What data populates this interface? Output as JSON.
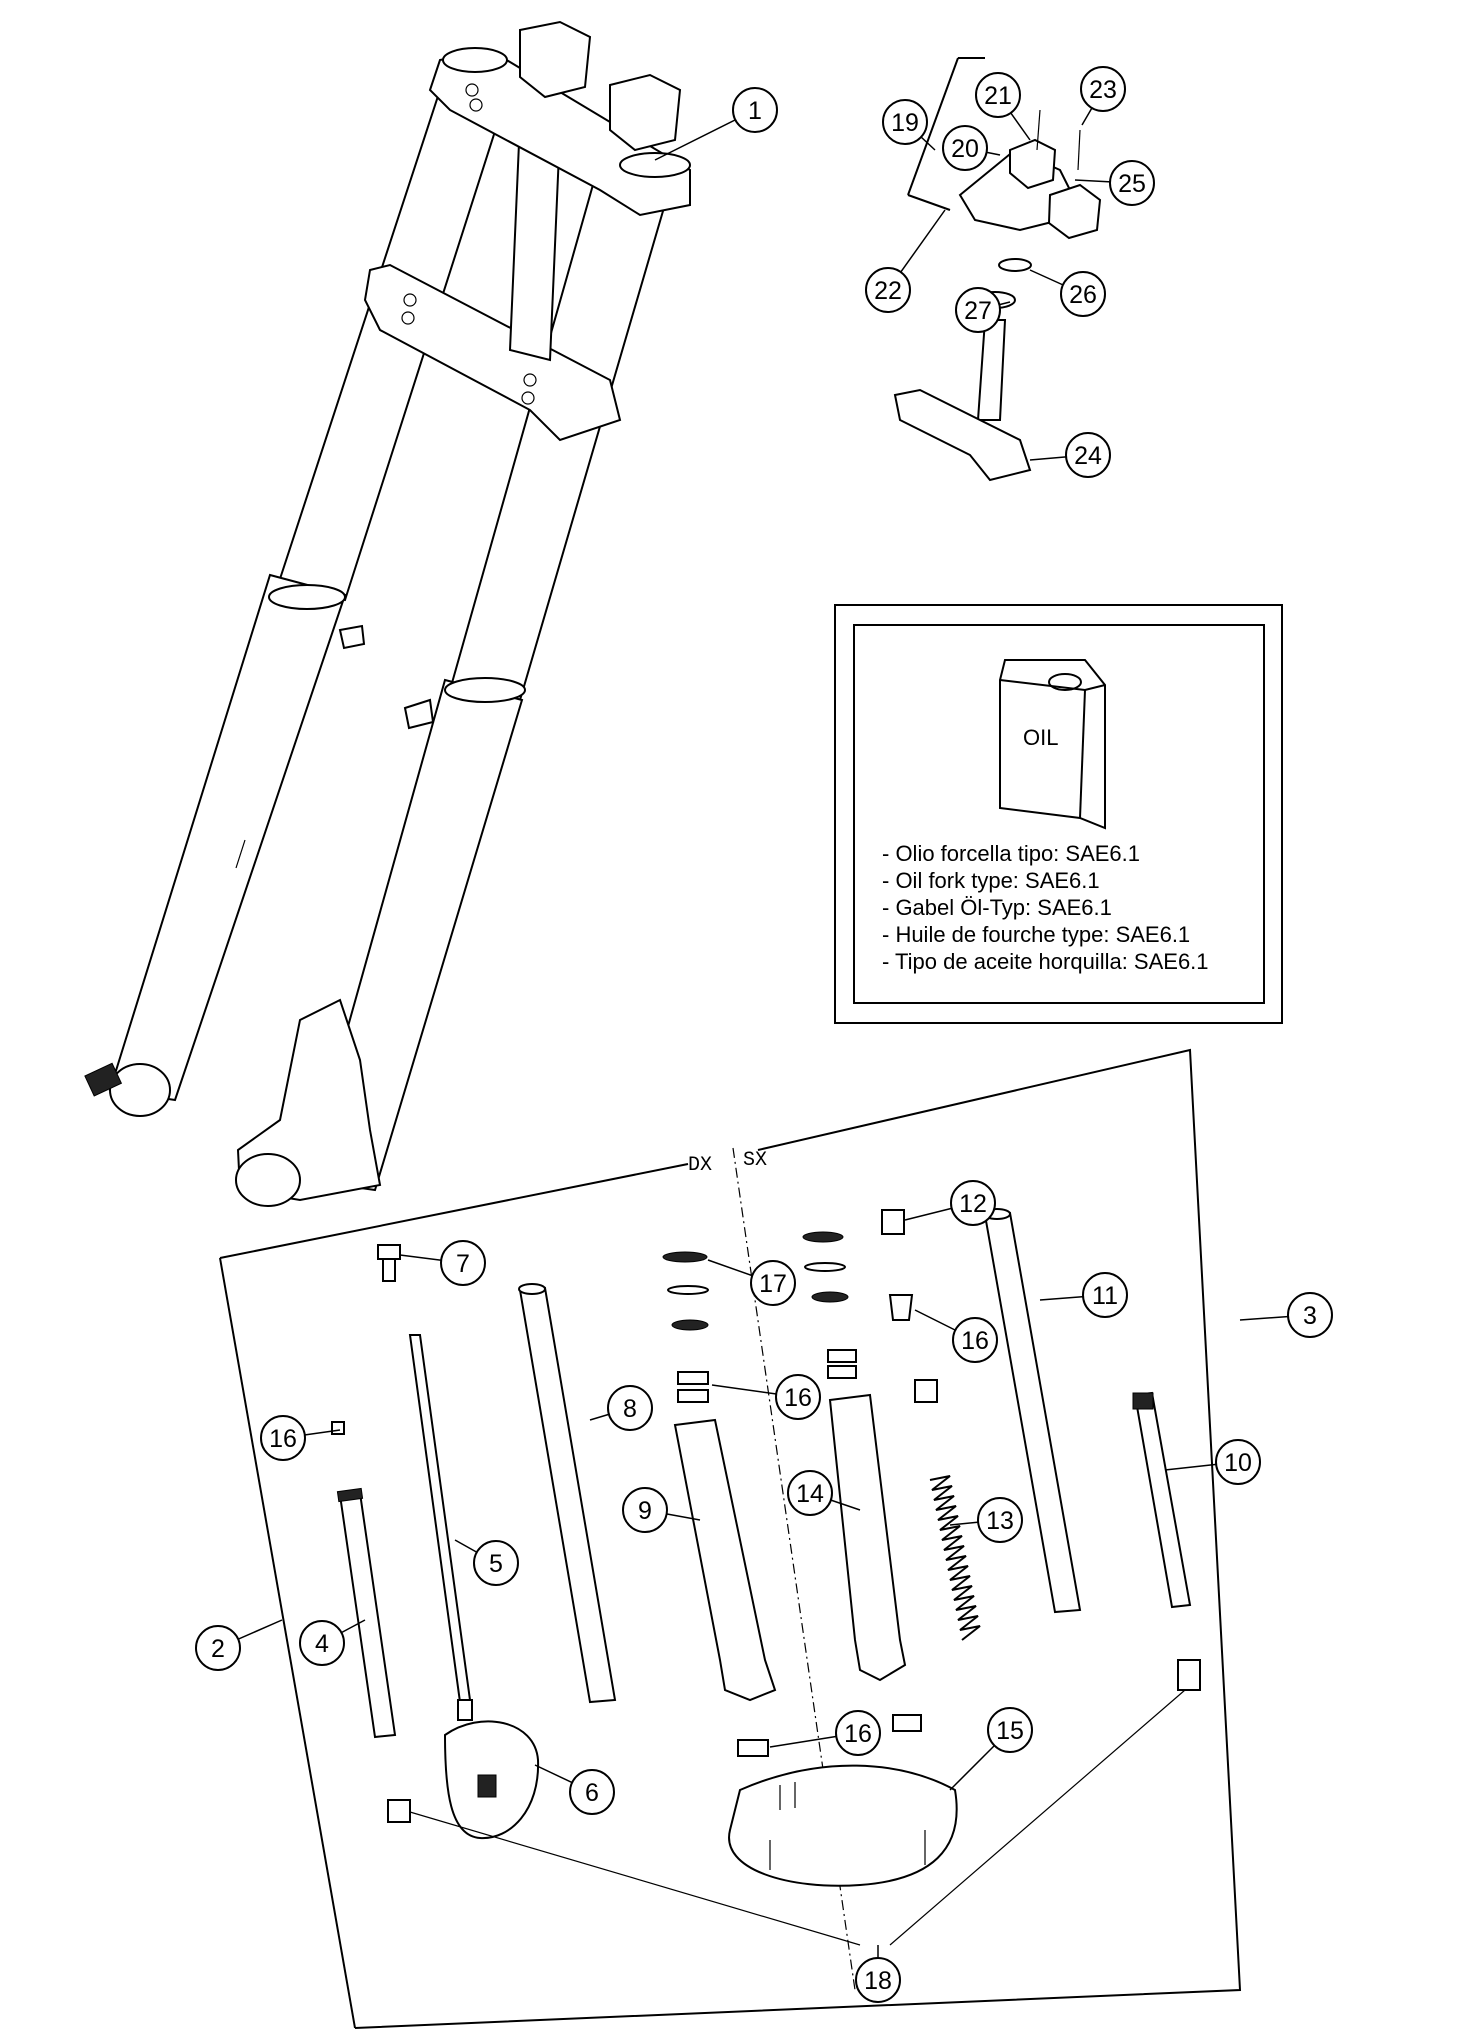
{
  "oil_box": {
    "can_label": "OIL",
    "lines": [
      "- Olio forcella tipo: SAE6.1",
      "- Oil fork type: SAE6.1",
      "- Gabel Öl-Typ: SAE6.1",
      "- Huile de fourche type: SAE6.1",
      "- Tipo de aceite horquilla: SAE6.1"
    ]
  },
  "side_marks": {
    "right": "DX",
    "left": "SX"
  },
  "callouts": [
    {
      "id": "c1",
      "label": "1"
    },
    {
      "id": "c2",
      "label": "2"
    },
    {
      "id": "c3",
      "label": "3"
    },
    {
      "id": "c4",
      "label": "4"
    },
    {
      "id": "c5",
      "label": "5"
    },
    {
      "id": "c6",
      "label": "6"
    },
    {
      "id": "c7",
      "label": "7"
    },
    {
      "id": "c8",
      "label": "8"
    },
    {
      "id": "c9",
      "label": "9"
    },
    {
      "id": "c10",
      "label": "10"
    },
    {
      "id": "c11",
      "label": "11"
    },
    {
      "id": "c12",
      "label": "12"
    },
    {
      "id": "c13",
      "label": "13"
    },
    {
      "id": "c14",
      "label": "14"
    },
    {
      "id": "c15",
      "label": "15"
    },
    {
      "id": "c16a",
      "label": "16"
    },
    {
      "id": "c16b",
      "label": "16"
    },
    {
      "id": "c16c",
      "label": "16"
    },
    {
      "id": "c16d",
      "label": "16"
    },
    {
      "id": "c17",
      "label": "17"
    },
    {
      "id": "c18",
      "label": "18"
    },
    {
      "id": "c19",
      "label": "19"
    },
    {
      "id": "c20",
      "label": "20"
    },
    {
      "id": "c21",
      "label": "21"
    },
    {
      "id": "c22",
      "label": "22"
    },
    {
      "id": "c23",
      "label": "23"
    },
    {
      "id": "c24",
      "label": "24"
    },
    {
      "id": "c25",
      "label": "25"
    },
    {
      "id": "c26",
      "label": "26"
    },
    {
      "id": "c27",
      "label": "27"
    }
  ]
}
